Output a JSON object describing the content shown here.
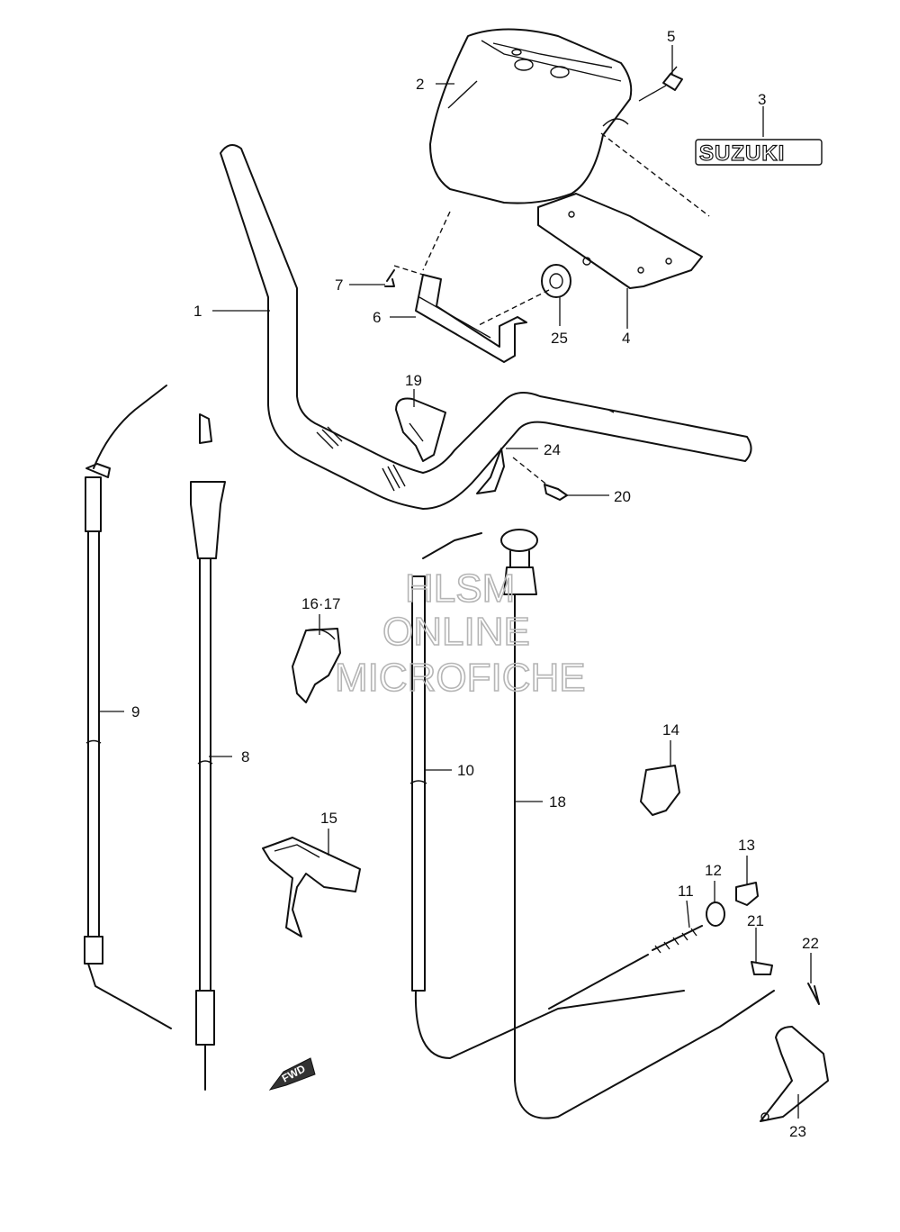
{
  "diagram": {
    "callouts": [
      {
        "id": "1",
        "label": "1"
      },
      {
        "id": "2",
        "label": "2"
      },
      {
        "id": "3",
        "label": "3"
      },
      {
        "id": "4",
        "label": "4"
      },
      {
        "id": "5",
        "label": "5"
      },
      {
        "id": "6",
        "label": "6"
      },
      {
        "id": "7",
        "label": "7"
      },
      {
        "id": "8",
        "label": "8"
      },
      {
        "id": "9",
        "label": "9"
      },
      {
        "id": "10",
        "label": "10"
      },
      {
        "id": "11",
        "label": "11"
      },
      {
        "id": "12",
        "label": "12"
      },
      {
        "id": "13",
        "label": "13"
      },
      {
        "id": "14",
        "label": "14"
      },
      {
        "id": "15",
        "label": "15"
      },
      {
        "id": "16-17",
        "label": "16·17"
      },
      {
        "id": "18",
        "label": "18"
      },
      {
        "id": "19",
        "label": "19"
      },
      {
        "id": "20",
        "label": "20"
      },
      {
        "id": "21",
        "label": "21"
      },
      {
        "id": "22",
        "label": "22"
      },
      {
        "id": "23",
        "label": "23"
      },
      {
        "id": "24",
        "label": "24"
      },
      {
        "id": "25",
        "label": "25"
      }
    ],
    "logo_text": "SUZUKI",
    "fwd_label": "FWD",
    "watermark": [
      "HLSM",
      "ONLINE",
      "MICROFICHE"
    ]
  }
}
